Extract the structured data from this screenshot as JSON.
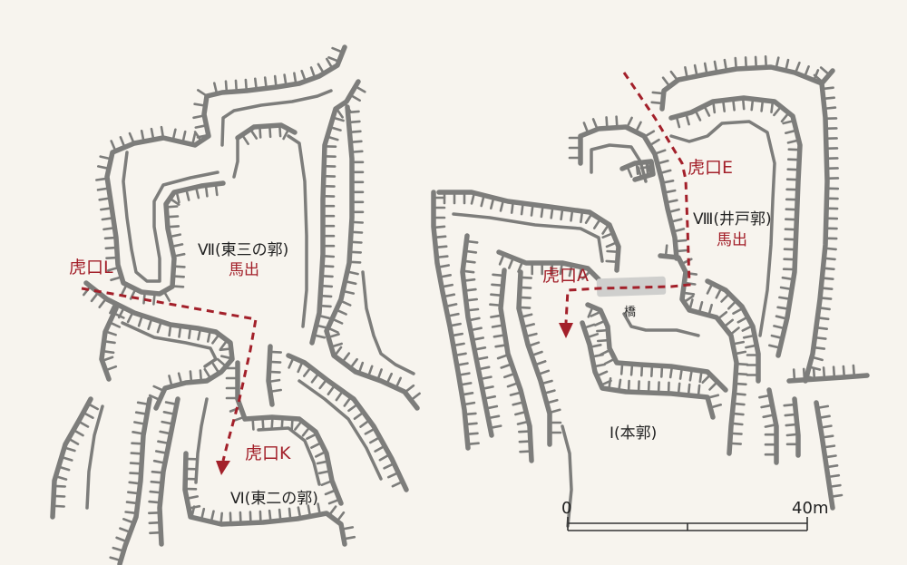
{
  "labels": {
    "kuchi_l": "虎口L",
    "kuchi_k": "虎口K",
    "kuchi_a": "虎口A",
    "kuchi_e": "虎口E",
    "kuruwa_vii": "Ⅶ(東三の郭)",
    "umadashi_vii": "馬出",
    "kuruwa_vi": "Ⅵ(東二の郭)",
    "kuruwa_viii": "Ⅷ(井戸郭)",
    "umadashi_viii": "馬出",
    "kuruwa_i": "Ⅰ(本郭)",
    "bridge": "橋"
  },
  "scale": {
    "start": "0",
    "end": "40",
    "unit": "m"
  },
  "colors": {
    "route": "#a3202a",
    "earthwork": "#7d7d7b",
    "background": "#f7f4ee"
  }
}
